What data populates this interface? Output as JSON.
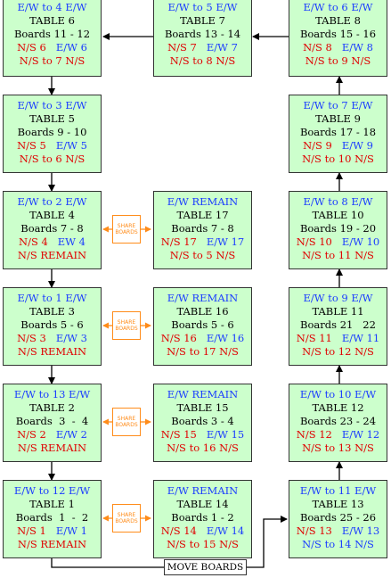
{
  "tables": {
    "t6": {
      "l1": "E/W to 4 E/W",
      "l2": "TABLE  6",
      "l3": "Boards 11 - 12",
      "ns": "N/S  6",
      "ew": "E/W  6",
      "l5": "N/S to 7 N/S"
    },
    "t7": {
      "l1": "E/W to 5 E/W",
      "l2": "TABLE  7",
      "l3": "Boards 13 - 14",
      "ns": "N/S  7",
      "ew": "E/W  7",
      "l5": "N/S to 8 N/S"
    },
    "t8": {
      "l1": "E/W to 6 E/W",
      "l2": "TABLE  8",
      "l3": "Boards 15 - 16",
      "ns": "N/S  8",
      "ew": "E/W  8",
      "l5": "N/S to 9 N/S"
    },
    "t5": {
      "l1": "E/W to 3 E/W",
      "l2": "TABLE  5",
      "l3": "Boards 9 - 10",
      "ns": "N/S  5",
      "ew": "E/W  5",
      "l5": "N/S to 6 N/S"
    },
    "t9": {
      "l1": "E/W to 7 E/W",
      "l2": "TABLE  9",
      "l3": "Boards 17 - 18",
      "ns": "N/S  9",
      "ew": "E/W  9",
      "l5": "N/S to 10 N/S"
    },
    "t4": {
      "l1": "E/W to 2 E/W",
      "l2": "TABLE  4",
      "l3": "Boards 7 - 8",
      "ns": "N/S 4",
      "ew": "EW 4",
      "l5": "N/S REMAIN"
    },
    "t17": {
      "l1": "E/W REMAIN",
      "l2": "TABLE  17",
      "l3": "Boards  7 - 8",
      "ns": "N/S 17",
      "ew": "E/W  17",
      "l5": "N/S to 5 N/S"
    },
    "t10": {
      "l1": "E/W to 8 E/W",
      "l2": "TABLE  10",
      "l3": "Boards 19 - 20",
      "ns": "N/S 10",
      "ew": "E/W  10",
      "l5": "N/S to 11 N/S"
    },
    "t3": {
      "l1": "E/W to 1 E/W",
      "l2": "TABLE  3",
      "l3": "Boards  5 - 6",
      "ns": "N/S 3",
      "ew": "E/W 3",
      "l5": "N/S REMAIN"
    },
    "t16": {
      "l1": "E/W REMAIN",
      "l2": "TABLE  16",
      "l3": "Boards  5 - 6",
      "ns": "N/S 16",
      "ew": "E/W  16",
      "l5": "N/S to 17 N/S"
    },
    "t11": {
      "l1": "E/W to 9 E/W",
      "l2": "TABLE  11",
      "l3": "Boards 21   22",
      "ns": "N/S 11",
      "ew": "E/W  11",
      "l5": "N/S to 12 N/S"
    },
    "t2": {
      "l1": "E/W to 13 E/W",
      "l2": "TABLE  2",
      "l3": "Boards  3  -  4",
      "ns": "N/S 2",
      "ew": "E/W 2",
      "l5": "N/S REMAIN"
    },
    "t15": {
      "l1": "E/W REMAIN",
      "l2": "TABLE  15",
      "l3": "Boards  3 - 4",
      "ns": "N/S 15",
      "ew": "E/W  15",
      "l5": "N/S to 16 N/S"
    },
    "t12": {
      "l1": "E/W to 10 E/W",
      "l2": "TABLE  12",
      "l3": "Boards 23 - 24",
      "ns": "N/S 12",
      "ew": "E/W  12",
      "l5": "N/S to 13 N/S"
    },
    "t1": {
      "l1": "E/W to 12 E/W",
      "l2": "TABLE  1",
      "l3": "Boards  1  -  2",
      "ns": "N/S 1",
      "ew": "E/W 1",
      "l5": "N/S REMAIN"
    },
    "t14": {
      "l1": "E/W REMAIN",
      "l2": "TABLE  14",
      "l3": "Boards  1 - 2",
      "ns": "N/S 14",
      "ew": "E/W  14",
      "l5": "N/S to 15 N/S"
    },
    "t13": {
      "l1": "E/W to 11 E/W",
      "l2": "TABLE  13",
      "l3": "Boards 25 - 26",
      "ns": "N/S 13",
      "ew": "E/W  13",
      "l5": "N/S to 14 N/S"
    }
  },
  "share_label_1": "SHARE",
  "share_label_2": "BOARDS",
  "move_boards": "MOVE BOARDS",
  "colors": {
    "box_fill": "#ccffcc",
    "ew_text": "#1a3cff",
    "ns_text": "#e00000",
    "share_border": "#ff8c1a"
  }
}
